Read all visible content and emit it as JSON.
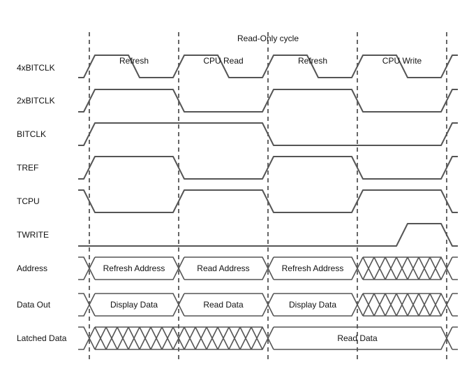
{
  "title": "Read-Only cycle",
  "phases": [
    "Refresh",
    "CPU Read",
    "Refresh",
    "CPU Write"
  ],
  "signals": [
    {
      "name": "4xBITCLK",
      "levels": "0101010101"
    },
    {
      "name": "2xBITCLK",
      "levels": "0110011001"
    },
    {
      "name": "BITCLK",
      "levels": "0111100001"
    },
    {
      "name": "TREF",
      "levels": "0110011001"
    },
    {
      "name": "TCPU",
      "levels": "1001100110"
    },
    {
      "name": "TWRITE",
      "levels": "0000000010"
    }
  ],
  "buses": [
    {
      "name": "Address",
      "segments": [
        {
          "label": "Refresh Address",
          "hatched": false
        },
        {
          "label": "Read Address",
          "hatched": false
        },
        {
          "label": "Refresh Address",
          "hatched": false
        },
        {
          "label": "",
          "hatched": true
        }
      ]
    },
    {
      "name": "Data Out",
      "segments": [
        {
          "label": "Display Data",
          "hatched": false
        },
        {
          "label": "Read Data",
          "hatched": false
        },
        {
          "label": "Display Data",
          "hatched": false
        },
        {
          "label": "",
          "hatched": true
        }
      ]
    },
    {
      "name": "Latched Data",
      "segments": [
        {
          "label": "",
          "hatched": true,
          "span": 2
        },
        {
          "label": "Read Data",
          "hatched": false,
          "span": 2
        }
      ]
    }
  ],
  "colors": {
    "line": "#555555",
    "dash": "#666666",
    "text": "#111111"
  }
}
